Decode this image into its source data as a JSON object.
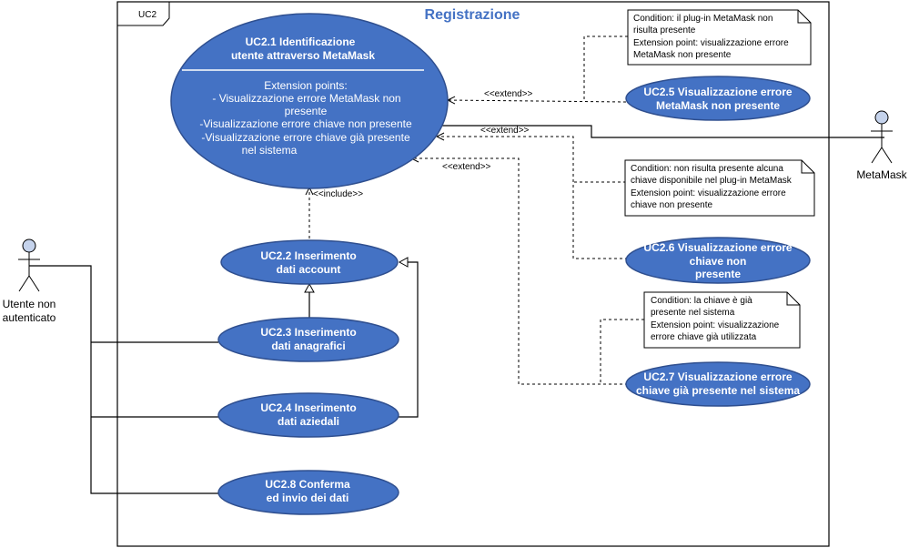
{
  "frame": {
    "label": "UC2"
  },
  "title": "Registrazione",
  "actors": {
    "user": {
      "line1": "Utente non",
      "line2": "autenticato"
    },
    "metamask": {
      "label": "MetaMask"
    }
  },
  "use_cases": {
    "uc21": {
      "title1": "UC2.1 Identificazione",
      "title2": "utente  attraverso MetaMask",
      "ext_header": "Extension points:",
      "ext1a": "- Visualizzazione errore MetaMask non",
      "ext1b": "presente",
      "ext2": "-Visualizzazione errore chiave non presente",
      "ext3a": "-Visualizzazione errore chiave già presente",
      "ext3b": "nel sistema"
    },
    "uc22": {
      "line1": "UC2.2 Inserimento",
      "line2": "dati account"
    },
    "uc23": {
      "line1": "UC2.3 Inserimento",
      "line2": "dati anagrafici"
    },
    "uc24": {
      "line1": "UC2.4 Inserimento",
      "line2": "dati aziedali"
    },
    "uc28": {
      "line1": "UC2.8 Conferma",
      "line2": "ed invio dei dati"
    },
    "uc25": {
      "line1": "UC2.5 Visualizzazione errore",
      "line2": "MetaMask non presente"
    },
    "uc26": {
      "line1": "UC2.6 Visualizzazione errore",
      "line2": "chiave non",
      "line3": "presente"
    },
    "uc27": {
      "line1": "UC2.7 Visualizzazione errore",
      "line2": "chiave già presente nel sistema"
    }
  },
  "notes": {
    "n1": {
      "l1": "Condition: il plug-in MetaMask non",
      "l2": "risulta presente",
      "l3": "Extension point: visualizzazione errore",
      "l4": "MetaMask non presente"
    },
    "n2": {
      "l1": "Condition: non risulta presente alcuna",
      "l2": "chiave disponibile nel plug-in MetaMask",
      "l3": "Extension point: visualizzazione errore",
      "l4": "chiave non presente"
    },
    "n3": {
      "l1": "Condition: la chiave è già",
      "l2": "presente nel sistema",
      "l3": "Extension point: visualizzazione",
      "l4": "errore chiave già utilizzata"
    }
  },
  "stereotypes": {
    "extend1": "<<extend>>",
    "extend2": "<<extend>>",
    "extend3": "<<extend>>",
    "include": "<<include>>"
  },
  "colors": {
    "use_case_fill": "#4472C4",
    "title": "#4472C4"
  }
}
